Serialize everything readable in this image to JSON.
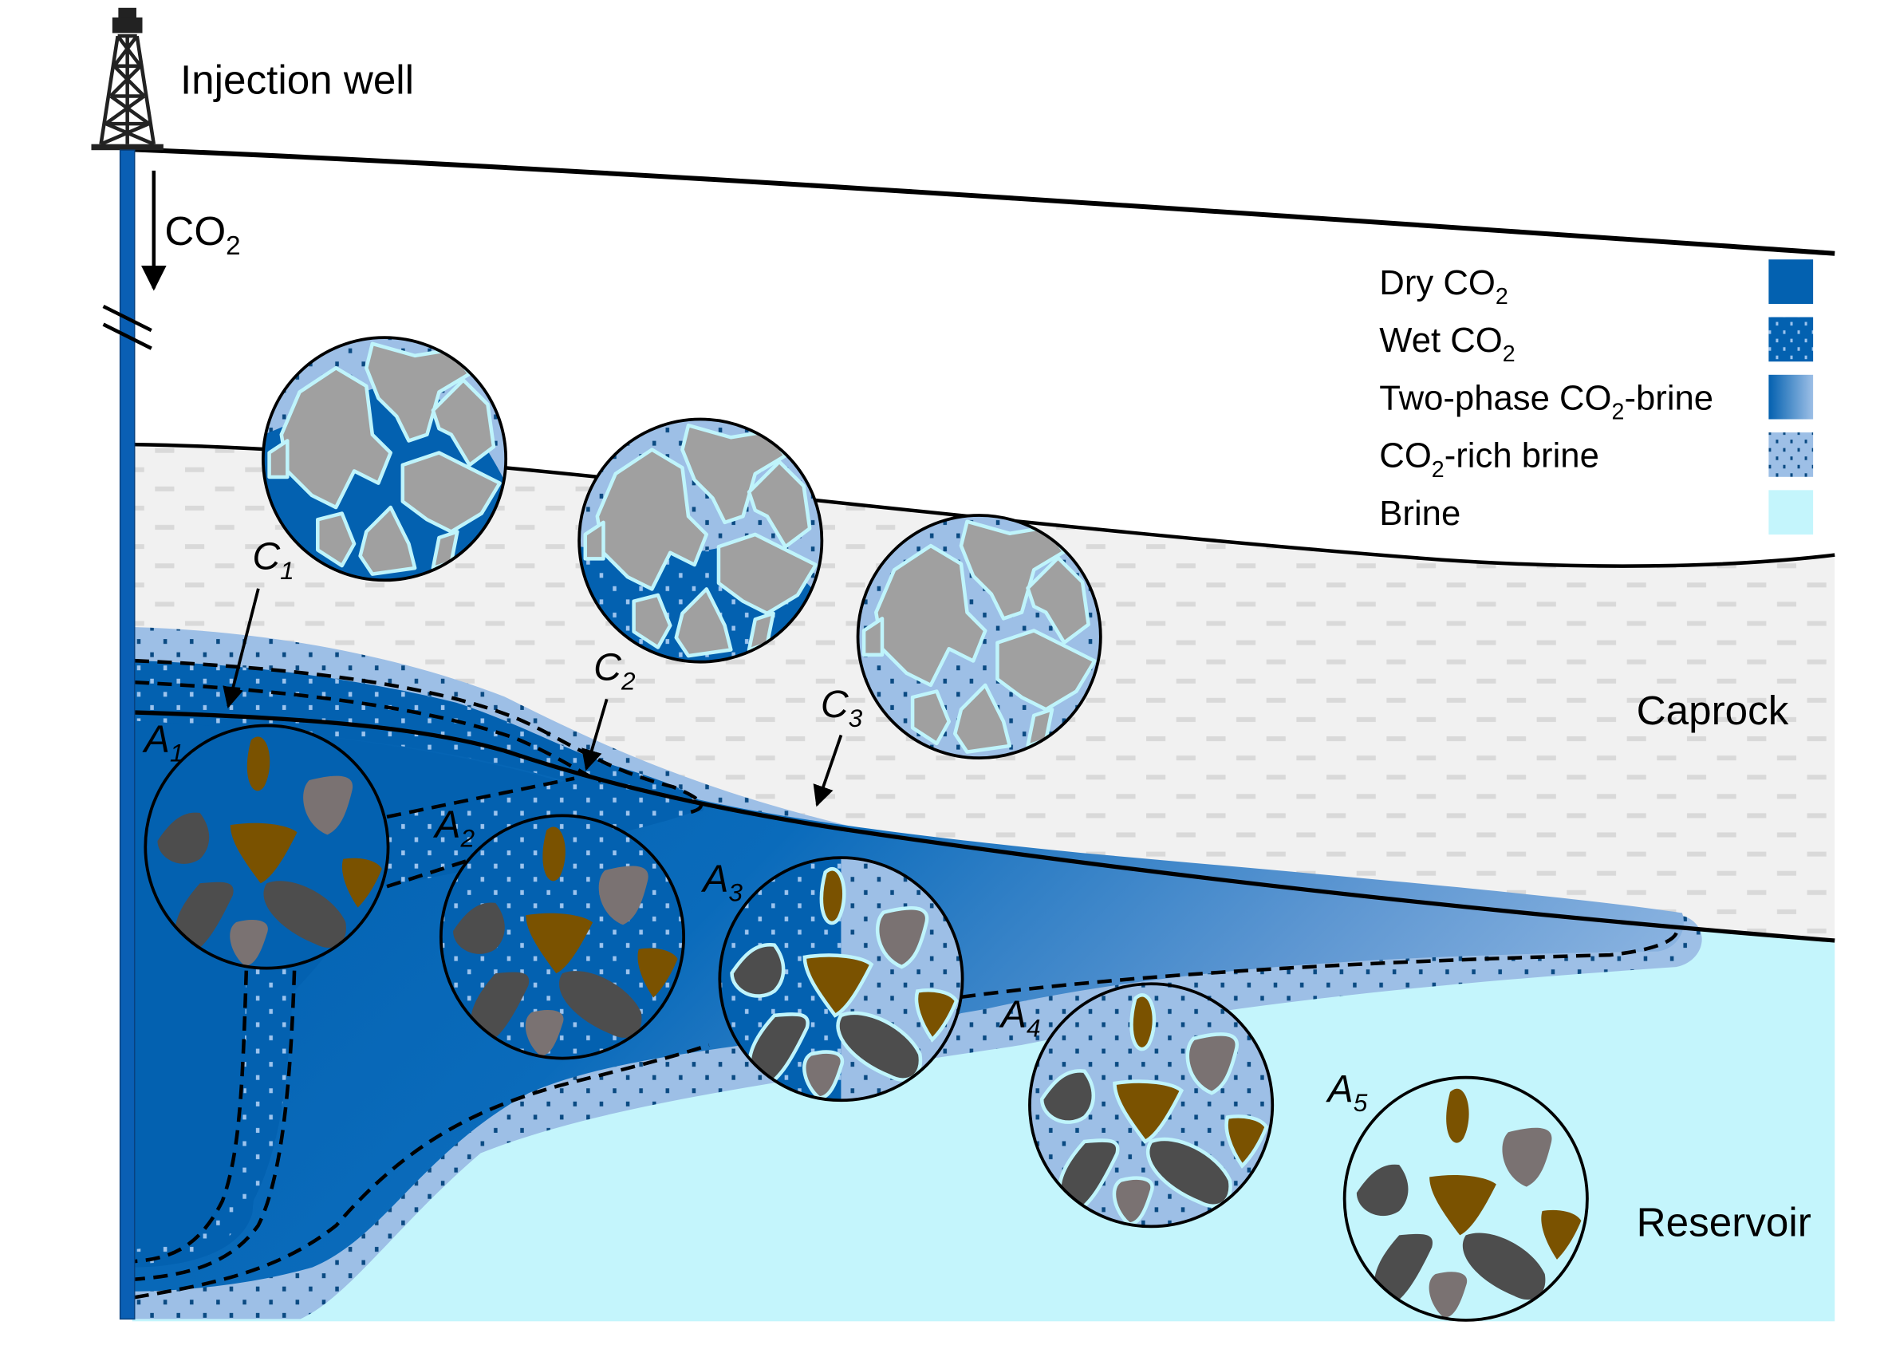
{
  "title": "CO2 injection into a saline reservoir beneath a caprock",
  "well": {
    "label": "Injection well",
    "flow_label_main": "CO",
    "flow_label_sub": "2"
  },
  "layers": {
    "caprock_label": "Caprock",
    "reservoir_label": "Reservoir"
  },
  "legend": {
    "items": [
      {
        "key": "dry_co2",
        "text": "Dry CO",
        "sub": "2",
        "suffix": "",
        "color": "#0361b0",
        "pattern": "solid"
      },
      {
        "key": "wet_co2",
        "text": "Wet CO",
        "sub": "2",
        "suffix": "",
        "color": "#0361b0",
        "pattern": "dotted-light"
      },
      {
        "key": "two_phase",
        "text": "Two-phase CO",
        "sub": "2",
        "suffix": "-brine",
        "color": "#0361b0",
        "color_end": "#9dbfe6",
        "pattern": "gradient"
      },
      {
        "key": "co2_rich_brine",
        "text": "CO",
        "sub": "2",
        "suffix": "-rich brine",
        "color": "#9dbfe6",
        "pattern": "dotted-dark"
      },
      {
        "key": "brine",
        "text": "Brine",
        "sub": "",
        "suffix": "",
        "color": "#c4f5fc",
        "pattern": "solid"
      }
    ]
  },
  "caprock_insets": [
    {
      "id": "C1",
      "letter": "C",
      "index": "1",
      "pore_fluid": "dry CO2 with CO2-rich brine at top"
    },
    {
      "id": "C2",
      "letter": "C",
      "index": "2",
      "pore_fluid": "wet CO2 lower half, CO2-rich brine upper"
    },
    {
      "id": "C3",
      "letter": "C",
      "index": "3",
      "pore_fluid": "CO2-rich brine"
    }
  ],
  "reservoir_insets": [
    {
      "id": "A1",
      "letter": "A",
      "index": "1",
      "pore_fluid": "dry CO2"
    },
    {
      "id": "A2",
      "letter": "A",
      "index": "2",
      "pore_fluid": "wet CO2"
    },
    {
      "id": "A3",
      "letter": "A",
      "index": "3",
      "pore_fluid": "wet CO2 / CO2-rich brine"
    },
    {
      "id": "A4",
      "letter": "A",
      "index": "4",
      "pore_fluid": "CO2-rich brine"
    },
    {
      "id": "A5",
      "letter": "A",
      "index": "5",
      "pore_fluid": "brine"
    }
  ],
  "colors": {
    "dry_co2": "#0361b0",
    "wet_dot": "#9dc4ee",
    "co2_rich_brine": "#9dbfe6",
    "rich_dot": "#0a4a82",
    "brine": "#c4f5fc",
    "caprock": "#f1f1f1",
    "caprock_dash": "#d9d9d9",
    "grain_grey": "#a0a0a0",
    "grain_dark": "#4d4d4d",
    "grain_mid": "#7a7272",
    "grain_brown": "#7a5200",
    "grain_outline": "#bff4fb",
    "well_pipe": "#0a5fb4"
  }
}
